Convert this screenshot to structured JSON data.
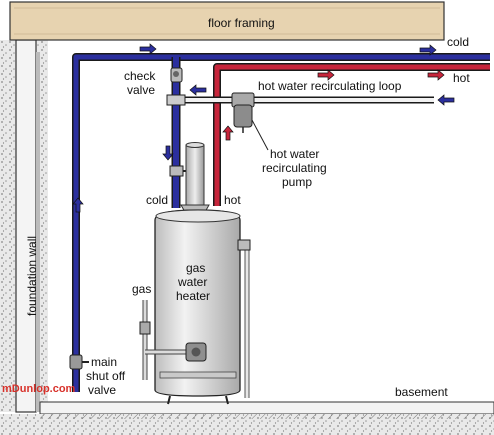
{
  "colors": {
    "cold_pipe": "#2b2f9e",
    "hot_pipe": "#c7253b",
    "pipe_outline": "#1a1a1a",
    "wood": "#e7d3b0",
    "heater_body": "#d9d9d9",
    "watermark": "#d8312a"
  },
  "labels": {
    "floor_framing": "floor framing",
    "cold_top": "cold",
    "hot_top": "hot",
    "check_valve_1": "check",
    "check_valve_2": "valve",
    "recirc_loop": "hot water recirculating loop",
    "pump_1": "hot water",
    "pump_2": "recirculating",
    "pump_3": "pump",
    "cold_heater": "cold",
    "hot_heater": "hot",
    "heater_1": "gas",
    "heater_2": "water",
    "heater_3": "heater",
    "gas": "gas",
    "foundation_wall": "foundation wall",
    "shutoff_1": "main",
    "shutoff_2": "shut off",
    "shutoff_3": "valve",
    "basement": "basement",
    "watermark": "mDunlop.com"
  },
  "icons": [
    "arrow-right-icon",
    "arrow-left-icon",
    "arrow-up-icon",
    "arrow-down-icon",
    "valve-icon",
    "pump-icon",
    "gas-valve-icon"
  ]
}
